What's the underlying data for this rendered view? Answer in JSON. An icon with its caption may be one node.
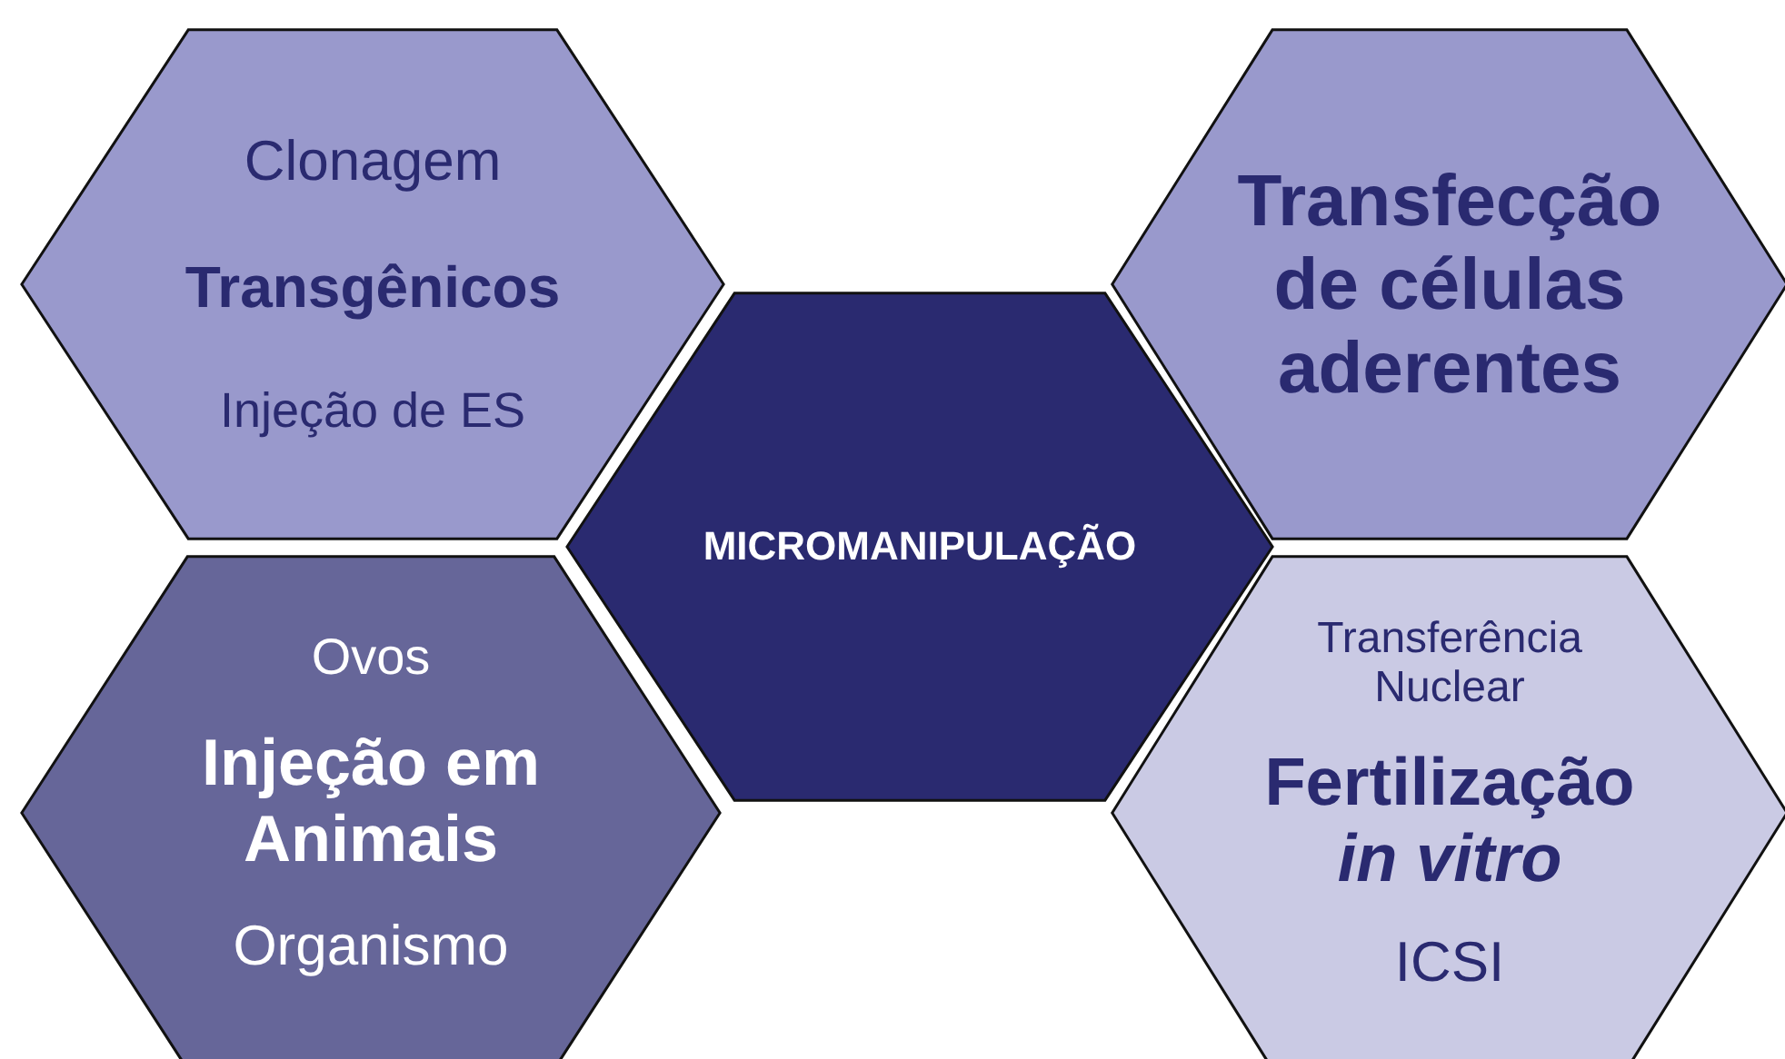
{
  "diagram": {
    "nodes": [
      {
        "text": [
          "Clonagem",
          "Transgênicos",
          "Injeção de ES"
        ]
      },
      {
        "text": [
          "Transfecção de células aderentes"
        ]
      },
      {
        "text": [
          "MICROMANIPULAÇÃO"
        ]
      },
      {
        "text": [
          "Ovos",
          "Injeção em Animais",
          "Organismo"
        ]
      },
      {
        "text": [
          "Transferência Nuclear",
          "Fertilização *in vitro*",
          "ICSI"
        ]
      }
    ],
    "edges": []
  }
}
